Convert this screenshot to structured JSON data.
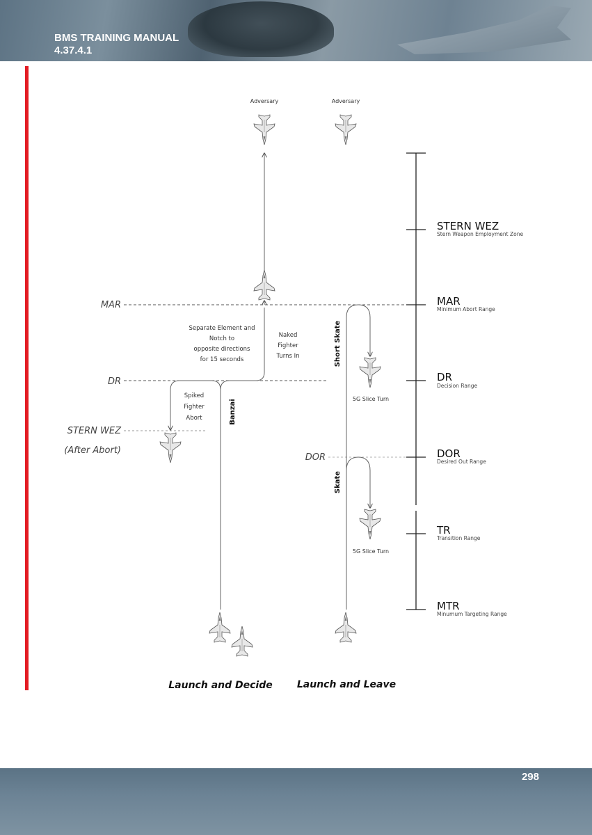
{
  "header": {
    "manual_title": "BMS TRAINING MANUAL",
    "version": "4.37.4.1"
  },
  "footer": {
    "page_number": "298"
  },
  "diagram": {
    "adversary_left": "Adversary",
    "adversary_right": "Adversary",
    "left_ranges": {
      "mar": "MAR",
      "dr": "DR",
      "stern_wez": "STERN WEZ",
      "after_abort": "(After Abort)"
    },
    "dor_left": "DOR",
    "notes": {
      "separate_1": "Separate Element and",
      "separate_2": "Notch to",
      "separate_3": "opposite directions",
      "separate_4": "for 15 seconds",
      "naked_1": "Naked",
      "naked_2": "Fighter",
      "naked_3": "Turns In",
      "spiked_1": "Spiked",
      "spiked_2": "Fighter",
      "spiked_3": "Abort",
      "banzai": "Banzai",
      "short_skate": "Short Skate",
      "skate": "Skate",
      "slice_turn_1": "5G Slice Turn",
      "slice_turn_2": "5G Slice Turn"
    },
    "scale": [
      {
        "label": "STERN WEZ",
        "sublabel": "Stern Weapon Employment Zone"
      },
      {
        "label": "MAR",
        "sublabel": "Minimum Abort Range"
      },
      {
        "label": "DR",
        "sublabel": "Decision Range"
      },
      {
        "label": "DOR",
        "sublabel": "Desired Out Range"
      },
      {
        "label": "TR",
        "sublabel": "Transition Range"
      },
      {
        "label": "MTR",
        "sublabel": "Minumum Targeting Range"
      }
    ],
    "titles": {
      "launch_decide": "Launch and Decide",
      "launch_leave": "Launch and Leave"
    }
  }
}
